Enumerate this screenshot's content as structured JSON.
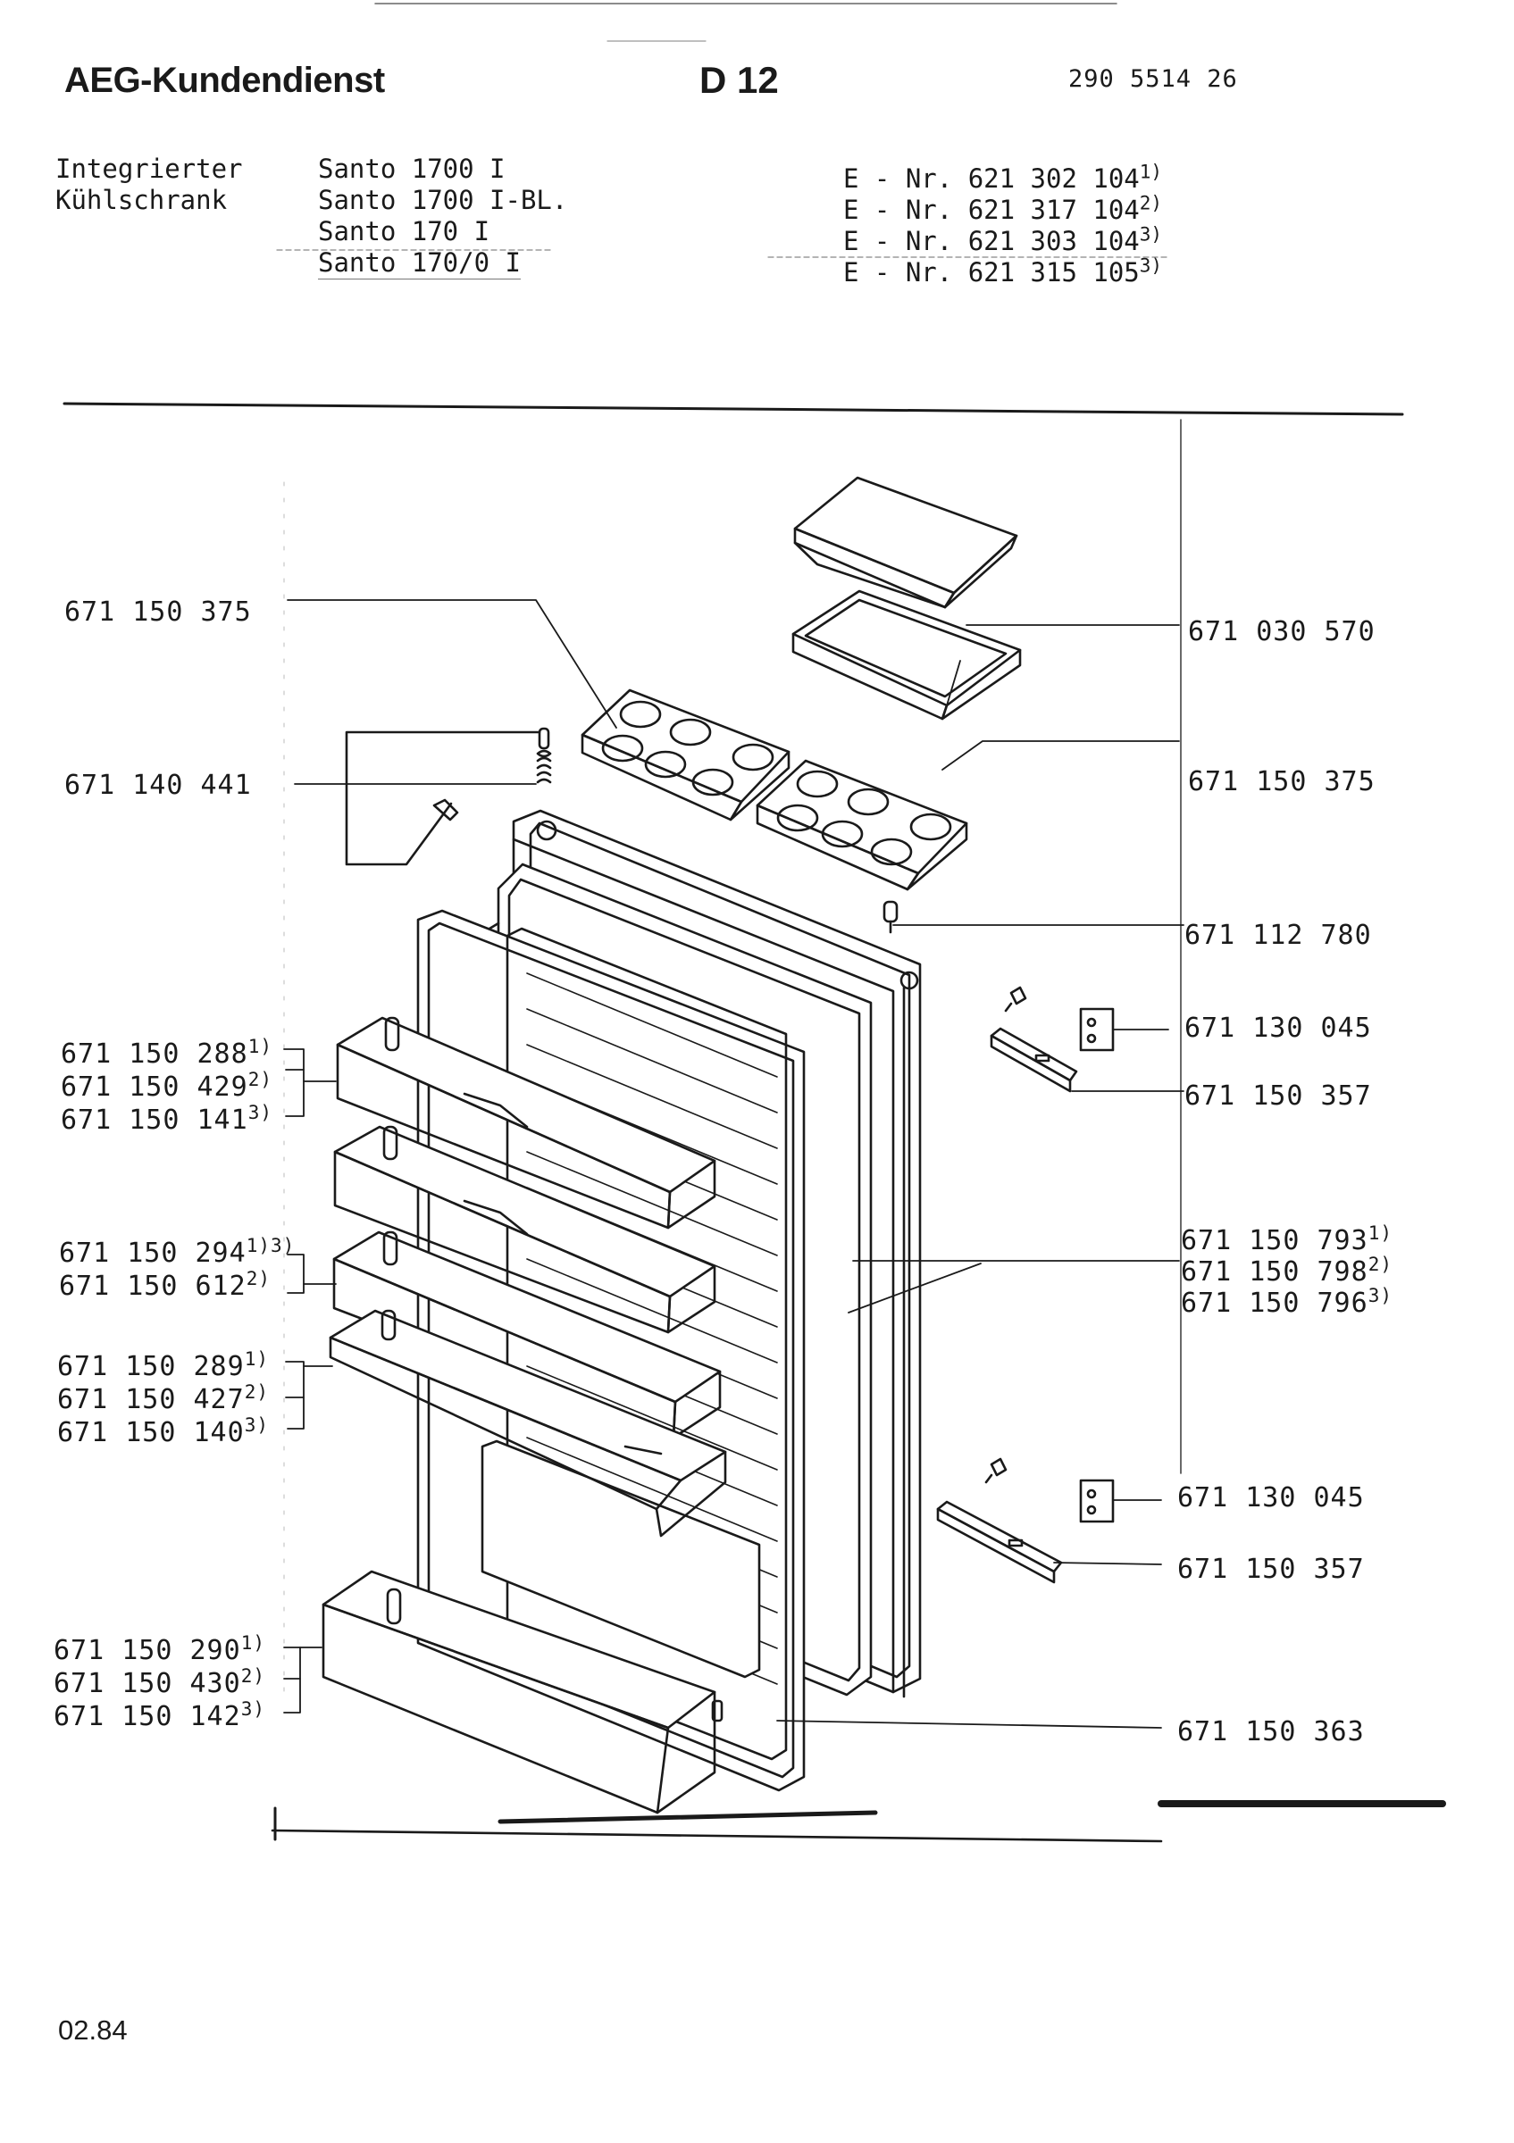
{
  "header": {
    "brand": "AEG-Kundendienst",
    "sheet": "D 12",
    "doc_number": "290 5514 26"
  },
  "product": {
    "line1": "Integrierter",
    "line2": "Kühlschrank"
  },
  "models": [
    {
      "name": "Santo 1700 I",
      "enr_label": "E - Nr.",
      "enr": "621 302 104",
      "note": "1)"
    },
    {
      "name": "Santo 1700 I-BL.",
      "enr_label": "E - Nr.",
      "enr": "621 317 104",
      "note": "2)"
    },
    {
      "name": "Santo 170 I",
      "enr_label": "E - Nr.",
      "enr": "621 303 104",
      "note": "3)"
    },
    {
      "name": "Santo 170/0 I",
      "enr_label": "E - Nr.",
      "enr": "621 315 105",
      "note": "3)"
    }
  ],
  "parts_left": {
    "egg_tray": "671 150 375",
    "hinge_pin": "671 140 441",
    "shelf_top": [
      {
        "no": "671 150 288",
        "note": "1)"
      },
      {
        "no": "671 150 429",
        "note": "2)"
      },
      {
        "no": "671 150 141",
        "note": "3)"
      }
    ],
    "shelf_2": [
      {
        "no": "671 150 294",
        "note": "1)3)"
      },
      {
        "no": "671 150 612",
        "note": "2)"
      }
    ],
    "shelf_3": [
      {
        "no": "671 150 289",
        "note": "1)"
      },
      {
        "no": "671 150 427",
        "note": "2)"
      },
      {
        "no": "671 150 140",
        "note": "3)"
      }
    ],
    "shelf_bottom": [
      {
        "no": "671 150 290",
        "note": "1)"
      },
      {
        "no": "671 150 430",
        "note": "2)"
      },
      {
        "no": "671 150 142",
        "note": "3)"
      }
    ]
  },
  "parts_right": {
    "butter_box": "671 030 570",
    "egg_tray": "671 150 375",
    "stopper": "671 112 780",
    "hinge_block_top": "671 130 045",
    "hinge_plate_top": "671 150 357",
    "door_panel": [
      {
        "no": "671 150 793",
        "note": "1)"
      },
      {
        "no": "671 150 798",
        "note": "2)"
      },
      {
        "no": "671 150 796",
        "note": "3)"
      }
    ],
    "hinge_block_bottom": "671 130 045",
    "hinge_plate_bottom": "671 150 357",
    "door_seal": "671 150 363"
  },
  "footer": {
    "date": "02.84"
  }
}
